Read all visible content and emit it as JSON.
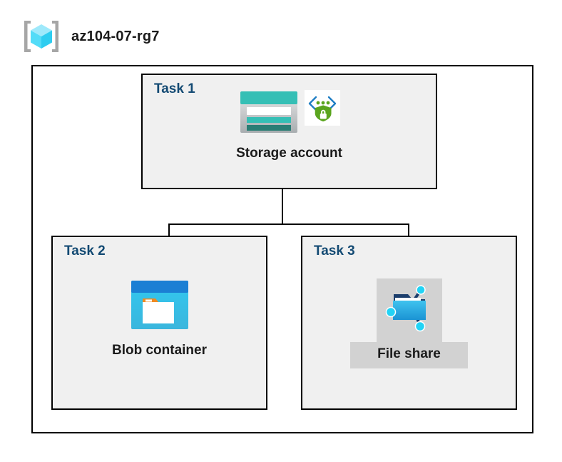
{
  "resource_group": {
    "name": "az104-07-rg7",
    "icon": "resource-group-cube-icon"
  },
  "tasks": [
    {
      "id": "task1",
      "label": "Task 1",
      "node": {
        "caption": "Storage account",
        "icon": "storage-account-icon",
        "badge_icon": "secure-endpoint-shield-icon",
        "highlighted": false
      }
    },
    {
      "id": "task2",
      "label": "Task 2",
      "node": {
        "caption": "Blob container",
        "icon": "blob-container-icon",
        "badge_icon": "",
        "highlighted": false
      }
    },
    {
      "id": "task3",
      "label": "Task 3",
      "node": {
        "caption": "File share",
        "icon": "file-share-icon",
        "badge_icon": "",
        "highlighted": true
      }
    }
  ],
  "connections": [
    {
      "from": "Storage account",
      "to": "Blob container"
    },
    {
      "from": "Storage account",
      "to": "File share"
    }
  ],
  "colors": {
    "task_label": "#134a73",
    "box_fill": "#f0f0f0",
    "box_border": "#000000",
    "highlight": "#d2d2d2",
    "storage_teal": "#35bfb5",
    "storage_teal_dark": "#2a7d74",
    "blob_blue": "#1b8edf",
    "blob_cyan": "#32c8f0",
    "blob_orange": "#f08a22",
    "fileshare_blue": "#32b2e4",
    "shield_green": "#5aa51e",
    "cube_cyan": "#53dcf8"
  }
}
